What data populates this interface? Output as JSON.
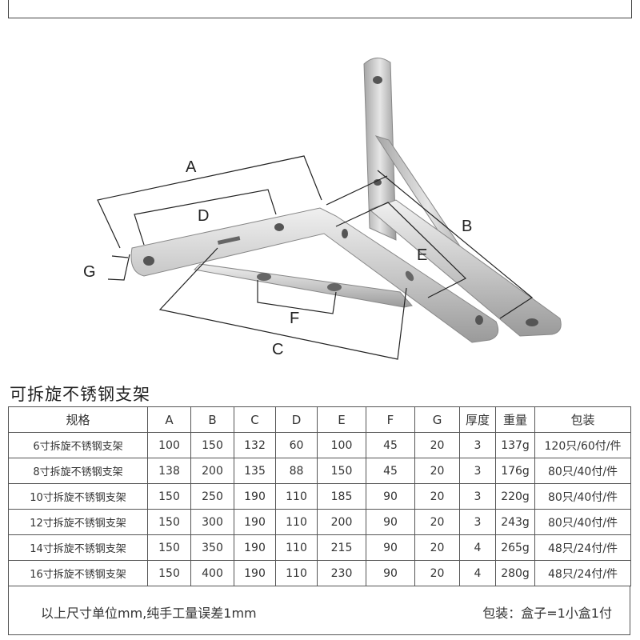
{
  "diagram": {
    "labels": {
      "A": "A",
      "B": "B",
      "C": "C",
      "D": "D",
      "E": "E",
      "F": "F",
      "G": "G"
    },
    "colors": {
      "steel_light": "#e3e3e3",
      "steel_mid": "#c2c2c2",
      "steel_dark": "#8e8e8e",
      "line": "#222222"
    }
  },
  "title": "可拆旋不锈钢支架",
  "table": {
    "headers": [
      "规格",
      "A",
      "B",
      "C",
      "D",
      "E",
      "F",
      "G",
      "厚度",
      "重量",
      "包装"
    ],
    "rows": [
      [
        "6寸拆旋不锈钢支架",
        "100",
        "150",
        "132",
        "60",
        "100",
        "45",
        "20",
        "3",
        "137g",
        "120只/60付/件"
      ],
      [
        "8寸拆旋不锈钢支架",
        "138",
        "200",
        "135",
        "88",
        "150",
        "45",
        "20",
        "3",
        "176g",
        "80只/40付/件"
      ],
      [
        "10寸拆旋不锈钢支架",
        "150",
        "250",
        "190",
        "110",
        "185",
        "90",
        "20",
        "3",
        "220g",
        "80只/40付/件"
      ],
      [
        "12寸拆旋不锈钢支架",
        "150",
        "300",
        "190",
        "110",
        "200",
        "90",
        "20",
        "3",
        "243g",
        "80只/40付/件"
      ],
      [
        "14寸拆旋不锈钢支架",
        "150",
        "350",
        "190",
        "110",
        "215",
        "90",
        "20",
        "4",
        "265g",
        "48只/24付/件"
      ],
      [
        "16寸拆旋不锈钢支架",
        "150",
        "400",
        "190",
        "110",
        "230",
        "90",
        "20",
        "4",
        "280g",
        "48只/24付/件"
      ]
    ]
  },
  "footer": {
    "note": "以上尺寸单位mm,纯手工量误差1mm",
    "packaging": "包装：盒子=1小盒1付"
  }
}
